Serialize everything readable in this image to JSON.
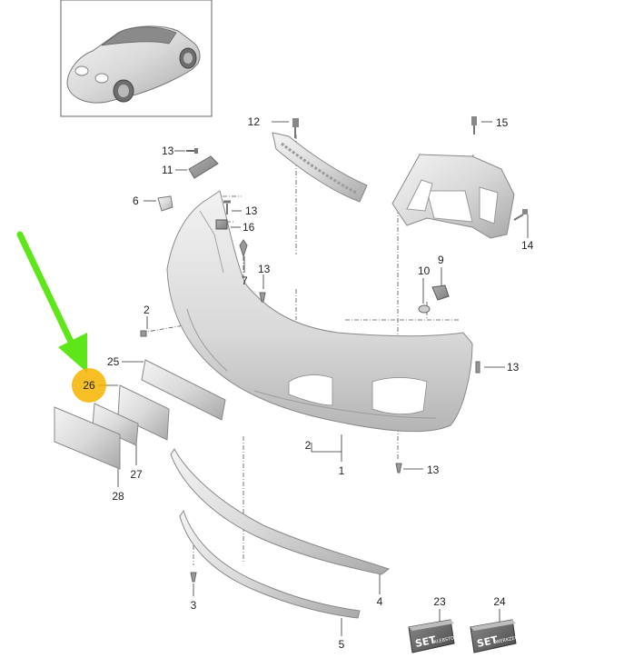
{
  "diagram": {
    "accent_color": "#f4b400",
    "arrow_color": "#5fe61a",
    "highlighted_part": "26",
    "callouts": {
      "p12": "12",
      "p15": "15",
      "p13a": "13",
      "p11": "11",
      "p6": "6",
      "p13b": "13",
      "p16": "16",
      "p7": "7",
      "p13c": "13",
      "p10": "10",
      "p9": "9",
      "p14": "14",
      "p2a": "2",
      "p13d": "13",
      "p25": "25",
      "p26": "26",
      "p2b": "2",
      "p1": "1",
      "p13e": "13",
      "p27": "27",
      "p28": "28",
      "p3": "3",
      "p4": "4",
      "p5": "5",
      "p23": "23",
      "p24": "24"
    },
    "kits": {
      "k23": {
        "big": "SET",
        "small": "KLEBSTOFF"
      },
      "k24": {
        "big": "SET",
        "small": "WERKZEUG"
      }
    }
  }
}
